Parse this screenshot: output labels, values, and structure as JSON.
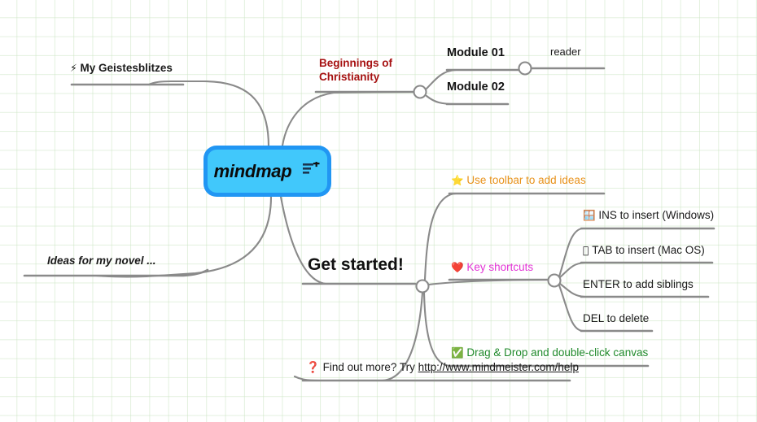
{
  "app": {
    "canvas_name": "mindmap-canvas"
  },
  "root": {
    "label": "mindmap",
    "icon": "add-lines-icon",
    "fill": "#41c8fb",
    "border": "#2196f3"
  },
  "branches": {
    "left": [
      {
        "id": "geistesblitzes",
        "emoji": "⚡",
        "label": "My Geistesblitzes",
        "color": "#1a1a1a"
      },
      {
        "id": "novel",
        "emoji": "",
        "label": "Ideas for my novel ...",
        "color": "#1a1a1a"
      }
    ],
    "top_right": {
      "id": "beginnings",
      "label": "Beginnings of Christianity",
      "color": "#a61111",
      "children": [
        {
          "id": "module-01",
          "label": "Module 01",
          "color": "#111111",
          "children": [
            {
              "id": "reader",
              "label": "reader",
              "color": "#1a1a1a"
            }
          ]
        },
        {
          "id": "module-02",
          "label": "Module 02",
          "color": "#111111",
          "children": []
        }
      ]
    },
    "bottom_right": {
      "id": "get-started",
      "label": "Get started!",
      "color": "#111111",
      "children": [
        {
          "id": "use-toolbar",
          "emoji": "⭐",
          "label": "Use toolbar to add ideas",
          "color": "#e8921b"
        },
        {
          "id": "key-shortcuts",
          "emoji": "❤️",
          "label": "Key shortcuts",
          "color": "#e334d6",
          "children": [
            {
              "id": "ins-windows",
              "emoji": "🪟",
              "label": "INS to insert (Windows)",
              "color": "#1a1a1a"
            },
            {
              "id": "tab-macos",
              "emoji": "",
              "label": "TAB to insert (Mac OS)",
              "color": "#1a1a1a"
            },
            {
              "id": "enter-siblings",
              "emoji": "",
              "label": "ENTER to add siblings",
              "color": "#1a1a1a"
            },
            {
              "id": "del-delete",
              "emoji": "",
              "label": "DEL to delete",
              "color": "#1a1a1a"
            }
          ]
        },
        {
          "id": "drag-drop",
          "emoji": "✅",
          "label": "Drag & Drop and double-click canvas",
          "color": "#1f8a2a"
        },
        {
          "id": "find-out-more",
          "emoji": "❓",
          "label_prefix": "Find out more? Try ",
          "link_text": "http://www.mindmeister.com/help",
          "color": "#1a1a1a"
        }
      ]
    }
  },
  "style": {
    "edge_color": "#8a8a8a",
    "node_circle_fill": "#ffffff",
    "grid_color": "#cce5c4"
  }
}
